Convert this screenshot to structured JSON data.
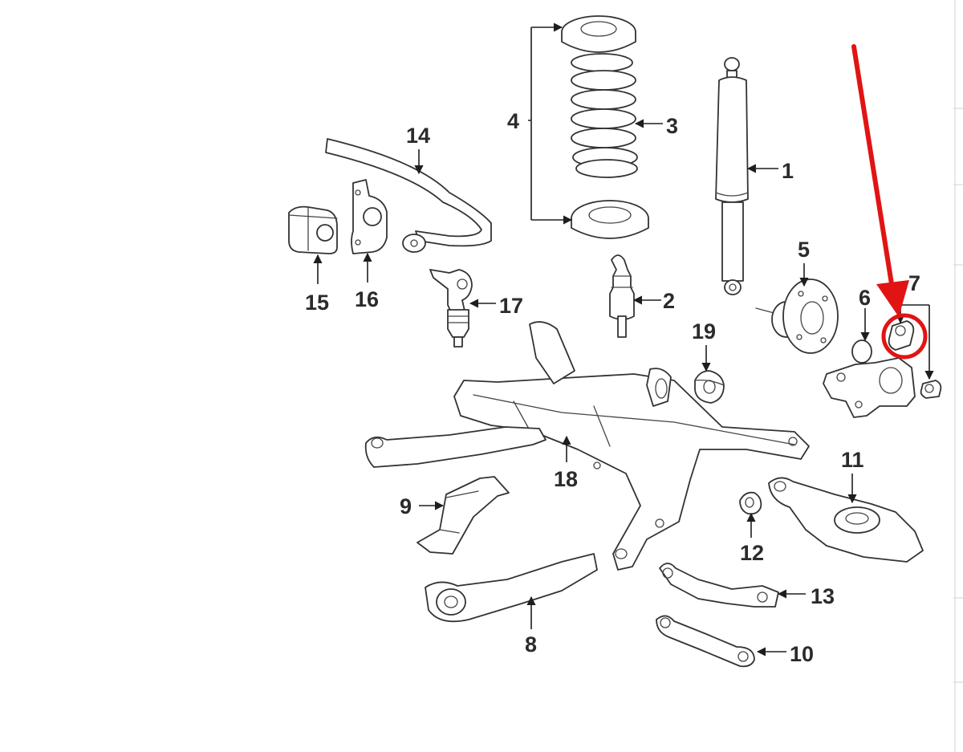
{
  "callouts": {
    "c1": "1",
    "c2": "2",
    "c3": "3",
    "c4": "4",
    "c5": "5",
    "c6": "6",
    "c7": "7",
    "c8": "8",
    "c9": "9",
    "c10": "10",
    "c11": "11",
    "c12": "12",
    "c13": "13",
    "c14": "14",
    "c15": "15",
    "c16": "16",
    "c17": "17",
    "c18": "18",
    "c19": "19"
  },
  "highlight": {
    "color": "#e11414",
    "target_callout": "7"
  },
  "colors": {
    "line": "#333333",
    "label": "#2b2b2b",
    "background": "#ffffff"
  }
}
